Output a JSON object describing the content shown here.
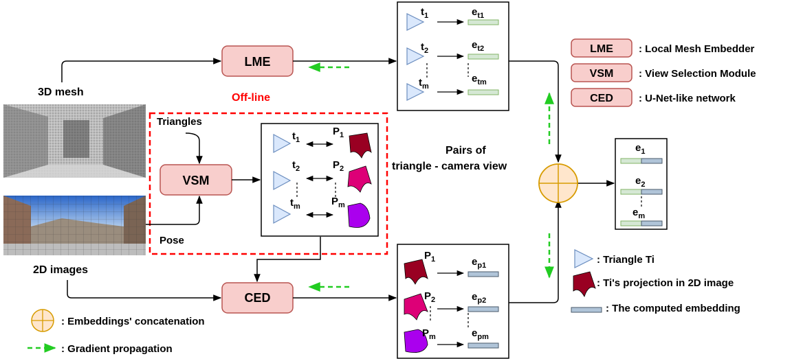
{
  "labels": {
    "mesh": "3D mesh",
    "images": "2D images",
    "triangles": "Triangles",
    "pose": "Pose",
    "offline": "Off-line",
    "pairs_line1": "Pairs of",
    "pairs_line2": "triangle - camera view"
  },
  "modules": {
    "lme": "LME",
    "vsm": "VSM",
    "ced": "CED"
  },
  "top_panel": {
    "t1": "t",
    "t1_sub": "1",
    "t2": "t",
    "t2_sub": "2",
    "tm": "t",
    "tm_sub": "m",
    "et1": "e",
    "et1_sub": "t1",
    "et2": "e",
    "et2_sub": "t2",
    "etm": "e",
    "etm_sub": "tm"
  },
  "middle_panel": {
    "t1": "t",
    "t1_sub": "1",
    "t2": "t",
    "t2_sub": "2",
    "tm": "t",
    "tm_sub": "m",
    "p1": "P",
    "p1_sub": "1",
    "p2": "P",
    "p2_sub": "2",
    "pm": "P",
    "pm_sub": "m"
  },
  "bottom_panel": {
    "p1": "P",
    "p1_sub": "1",
    "p2": "P",
    "p2_sub": "2",
    "pm": "P",
    "pm_sub": "m",
    "ep1": "e",
    "ep1_sub": "p1",
    "ep2": "e",
    "ep2_sub": "p2",
    "epm": "e",
    "epm_sub": "pm"
  },
  "output_panel": {
    "e1": "e",
    "e1_sub": "1",
    "e2": "e",
    "e2_sub": "2",
    "em": "e",
    "em_sub": "m"
  },
  "legend_top": [
    {
      "key": "LME",
      "text": ": Local Mesh Embedder"
    },
    {
      "key": "VSM",
      "text": ": View Selection Module"
    },
    {
      "key": "CED",
      "text": ": U-Net-like network"
    }
  ],
  "legend_right": [
    {
      "icon": "triangle-icon",
      "text": ": Triangle Ti"
    },
    {
      "icon": "projection-icon",
      "text": ": Ti's projection in 2D image"
    },
    {
      "icon": "embedding-bar-icon",
      "text": ": The computed embedding"
    }
  ],
  "legend_bottom": [
    {
      "icon": "concatenation-icon",
      "text": ": Embeddings' concatenation"
    },
    {
      "icon": "gradient-arrow-icon",
      "text": ": Gradient propagation"
    }
  ],
  "colors": {
    "module_fill": "#f8cecc",
    "module_stroke": "#b85450",
    "triangle_fill": "#dae8fc",
    "triangle_stroke": "#6c8ebf",
    "green_bar": "#d5e8d4",
    "green_bar_stroke": "#82b366",
    "gray_bar": "#b0c4d8",
    "gray_bar_stroke": "#4a5a6a",
    "concat_fill": "#ffe6cc",
    "concat_stroke": "#d79b00",
    "offline_red": "#ff0000",
    "gradient_green": "#22cc22",
    "proj_dark": "#990022",
    "proj_pink": "#dd0077",
    "proj_purple": "#aa00ee"
  }
}
